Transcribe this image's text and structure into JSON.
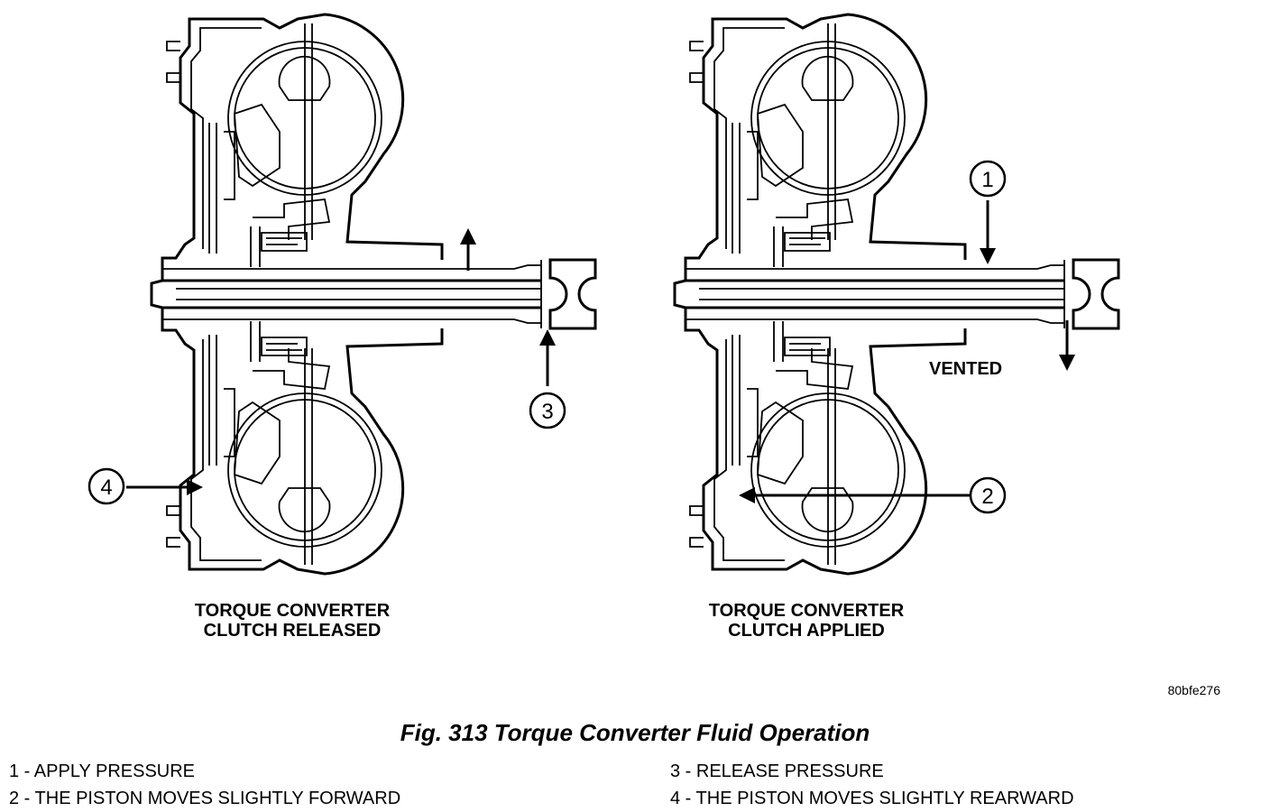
{
  "diagram": {
    "left_title": [
      "TORQUE CONVERTER",
      "CLUTCH RELEASED"
    ],
    "right_title": [
      "TORQUE CONVERTER",
      "CLUTCH APPLIED"
    ],
    "vented_label": "VENTED",
    "callouts": [
      "1",
      "2",
      "3",
      "4"
    ],
    "figure_code": "80bfe276"
  },
  "caption": "Fig. 313 Torque Converter Fluid Operation",
  "legend": [
    "1 - APPLY PRESSURE",
    "2 - THE PISTON MOVES SLIGHTLY FORWARD",
    "3 - RELEASE PRESSURE",
    "4 - THE PISTON MOVES SLIGHTLY REARWARD"
  ]
}
